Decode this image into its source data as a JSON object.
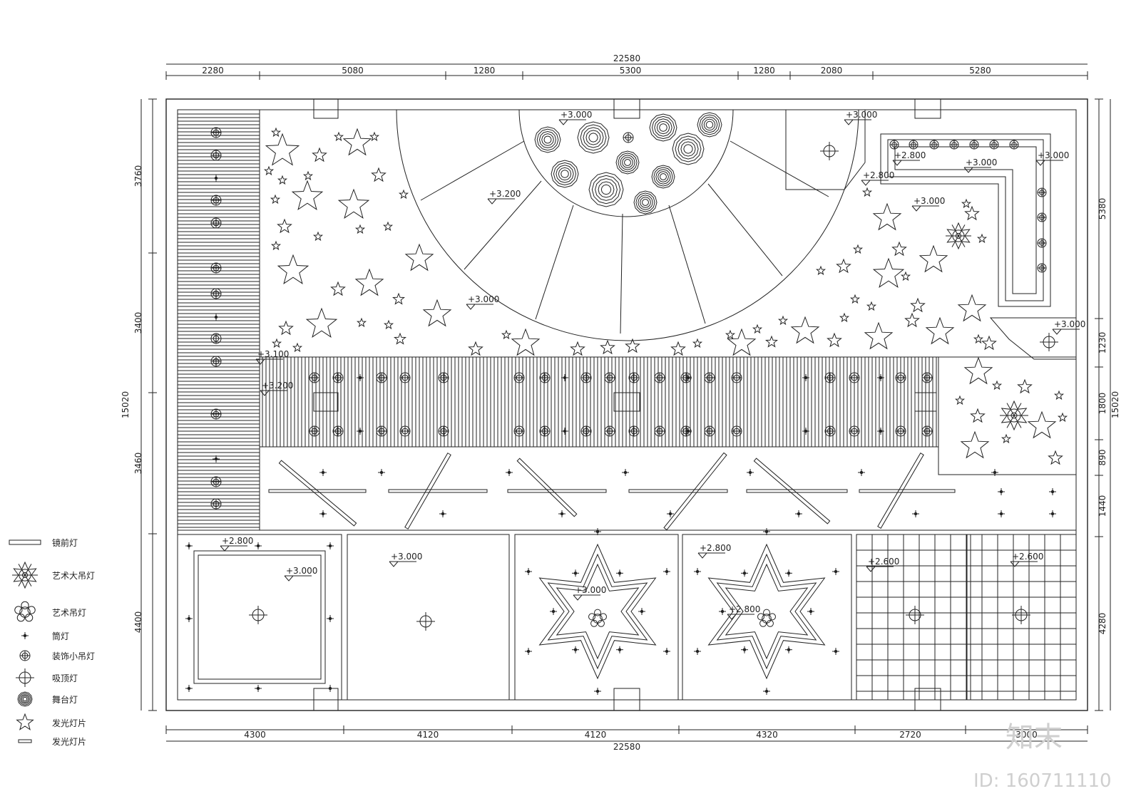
{
  "plan": {
    "overall_width": "22580",
    "overall_height": "15020",
    "top_dims": [
      "2280",
      "5080",
      "1280",
      "5300",
      "1280",
      "2080",
      "5280"
    ],
    "bottom_dims": [
      "4300",
      "4120",
      "4120",
      "4320",
      "2720",
      "3000"
    ],
    "left_dims": [
      "3760",
      "3400",
      "3460",
      "4400"
    ],
    "right_dims": [
      "5380",
      "1230",
      "1800",
      "890",
      "1440",
      "4280"
    ]
  },
  "levels": [
    "+3.000",
    "+3.200",
    "+3.000",
    "+3.000",
    "+2.800",
    "+3.000",
    "+3.000",
    "+2.800",
    "+3.000",
    "+3.100",
    "+3.200",
    "+2.800",
    "+3.000",
    "+3.000",
    "+2.800",
    "+3.000",
    "+2.800",
    "+3.000",
    "+2.600",
    "+2.600"
  ],
  "legend": [
    {
      "icon": "strip-light-icon",
      "label": "镜前灯"
    },
    {
      "icon": "art-chandelier-icon",
      "label": "艺术大吊灯"
    },
    {
      "icon": "art-pendant-icon",
      "label": "艺术吊灯"
    },
    {
      "icon": "spotlight-icon",
      "label": "筒灯"
    },
    {
      "icon": "small-pendant-icon",
      "label": "装饰小吊灯"
    },
    {
      "icon": "ceiling-light-icon",
      "label": "吸顶灯"
    },
    {
      "icon": "stage-light-icon",
      "label": "舞台灯"
    },
    {
      "icon": "star-light-icon",
      "label": "发光灯片"
    },
    {
      "icon": "light-panel-icon",
      "label": "发光灯片"
    }
  ],
  "watermark": {
    "logo": "知末",
    "id": "ID: 160711110"
  }
}
